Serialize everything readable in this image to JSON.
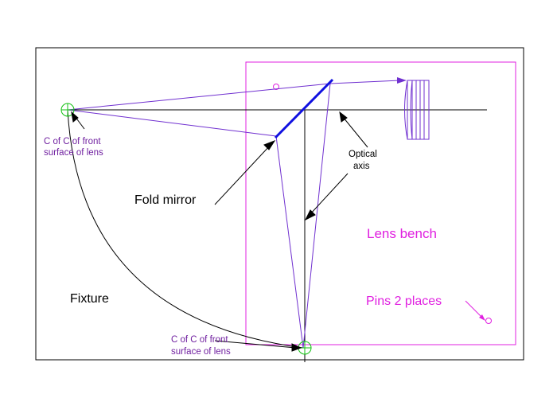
{
  "labels": {
    "cc_front_top": [
      "C of C of front",
      "surface of lens"
    ],
    "cc_front_bottom": [
      "C of C of front",
      "surface of lens"
    ],
    "optical_axis": [
      "Optical",
      "axis"
    ],
    "fold_mirror": "Fold mirror",
    "lens_bench": "Lens bench",
    "fixture": "Fixture",
    "pins": "Pins 2 places"
  },
  "colors": {
    "ray": "#7030d0",
    "bench": "#e020e0",
    "mirror": "#1010e0",
    "marker": "#10c010",
    "line": "#000000",
    "label_purple": "#7020a0"
  }
}
